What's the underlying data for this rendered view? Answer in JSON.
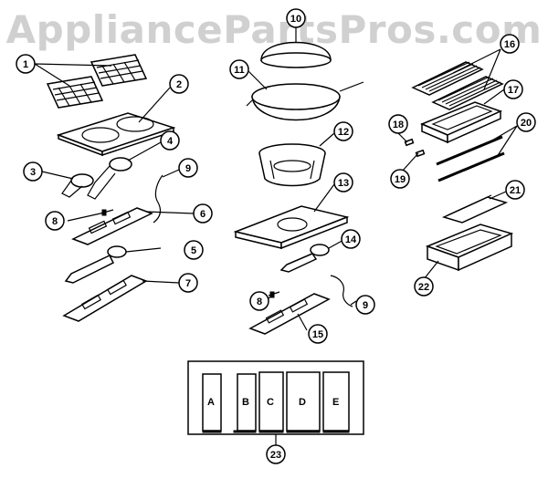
{
  "watermark": "AppliancePartsPros.com",
  "callouts": [
    "1",
    "2",
    "3",
    "4",
    "5",
    "6",
    "7",
    "8",
    "9",
    "10",
    "11",
    "12",
    "13",
    "14",
    "15",
    "16",
    "17",
    "18",
    "19",
    "20",
    "21",
    "22",
    "23"
  ],
  "panel_letters": [
    "A",
    "B",
    "C",
    "D",
    "E"
  ],
  "colors": {
    "line": "#000000",
    "background": "#ffffff",
    "watermark": "#969696"
  }
}
